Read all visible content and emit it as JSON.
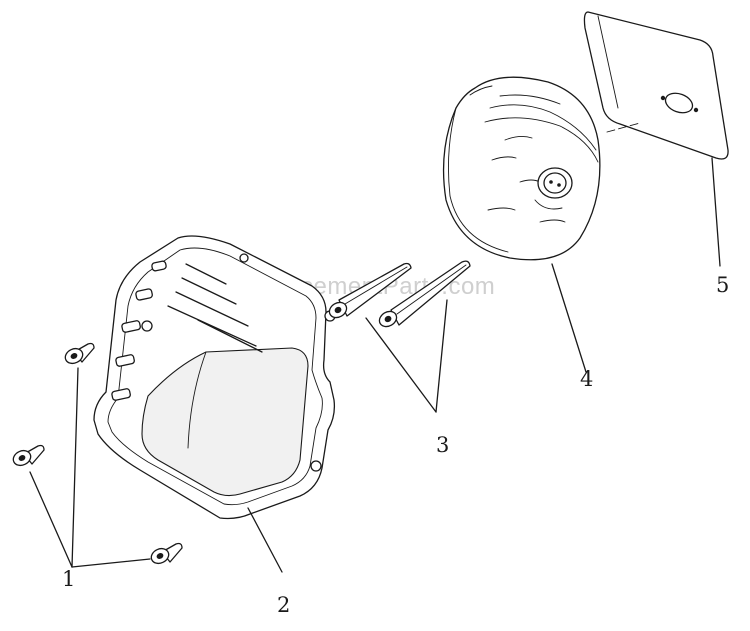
{
  "watermark": "eReplacementParts.com",
  "parts": [
    {
      "id": "1",
      "label": "1",
      "name": "flange-bolt"
    },
    {
      "id": "2",
      "label": "2",
      "name": "muffler-protector"
    },
    {
      "id": "3",
      "label": "3",
      "name": "muffler-bolt"
    },
    {
      "id": "4",
      "label": "4",
      "name": "muffler"
    },
    {
      "id": "5",
      "label": "5",
      "name": "muffler-gasket"
    }
  ]
}
